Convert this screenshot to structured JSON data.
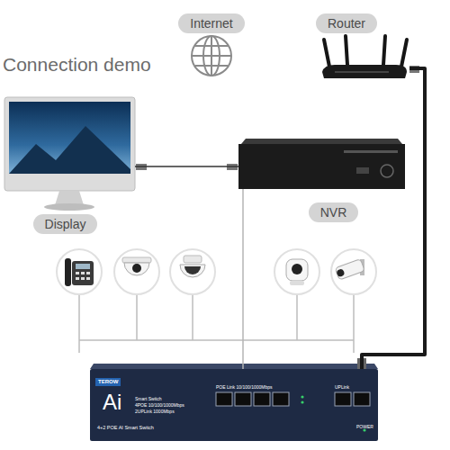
{
  "diagram": {
    "title": "Connection demo",
    "nodes": [
      {
        "text": [
          "Internet"
        ]
      },
      {
        "text": [
          "Router"
        ]
      },
      {
        "text": [
          "Display"
        ]
      },
      {
        "text": [
          "NVR"
        ]
      },
      {
        "text": [
          "TEROW",
          "Ai",
          "Smart Switch",
          "4POE 10/100/1000Mbps",
          "2UPLink 1000Mbps",
          "POE Link 10/100/1000Mbps",
          "UPLink",
          "4+2 POE AI Smart Switch",
          "POWER"
        ]
      }
    ],
    "edges": [
      {
        "from": 2,
        "to": 3,
        "arrow": "none"
      },
      {
        "from": 3,
        "to": 4,
        "arrow": "none"
      },
      {
        "from": 1,
        "to": 4,
        "arrow": "none"
      }
    ]
  }
}
